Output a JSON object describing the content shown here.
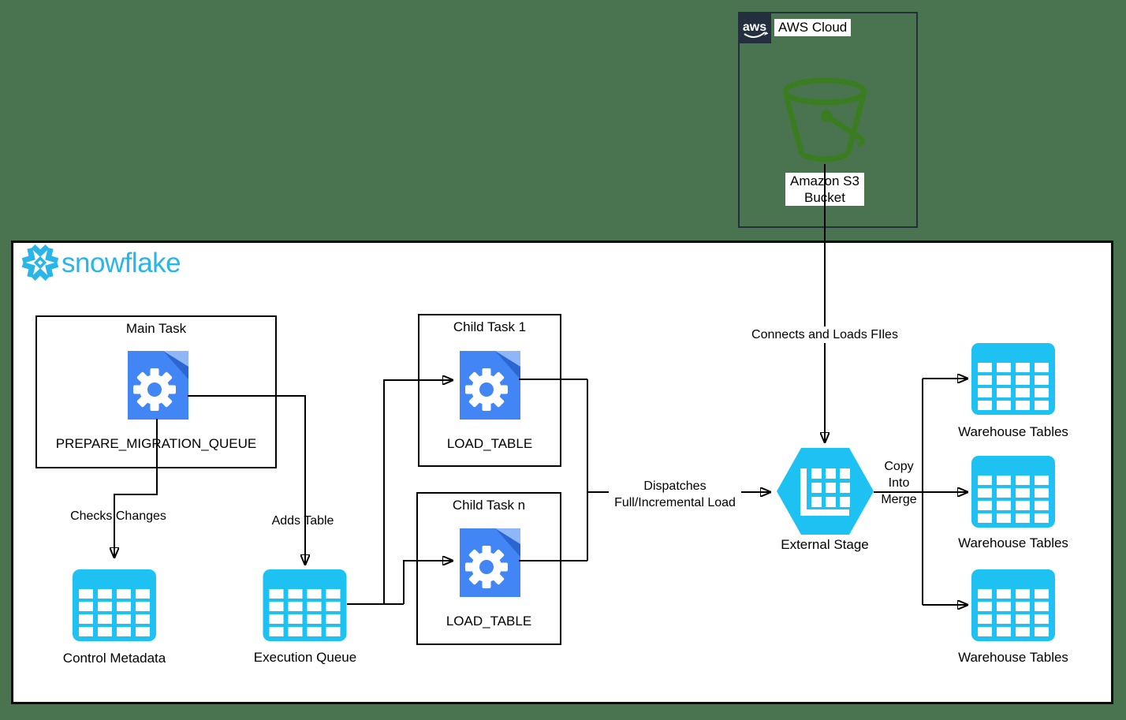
{
  "colors": {
    "background": "#4A7450",
    "cyan": "#1EC2F2",
    "snowflake-blue": "#29B5E8",
    "task-blue": "#4285F4",
    "task-blue-light": "#8FB7F8",
    "task-blue-dark": "#2B66D3",
    "aws-navy": "#232F3E",
    "s3-green": "#3A7D21",
    "line": "#000000"
  },
  "aws": {
    "logo_text": "aws",
    "title": "AWS Cloud",
    "s3_label_line1": "Amazon S3",
    "s3_label_line2": "Bucket"
  },
  "snowflake": {
    "brand": "snowflake"
  },
  "nodes": {
    "main_task": {
      "title": "Main Task",
      "label": "PREPARE_MIGRATION_QUEUE"
    },
    "child_task_1": {
      "title": "Child Task 1",
      "label": "LOAD_TABLE"
    },
    "child_task_n": {
      "title": "Child Task n",
      "label": "LOAD_TABLE"
    },
    "control_metadata": {
      "label": "Control Metadata"
    },
    "execution_queue": {
      "label": "Execution Queue"
    },
    "external_stage": {
      "label": "External Stage"
    },
    "warehouse_tables": [
      {
        "label": "Warehouse Tables"
      },
      {
        "label": "Warehouse Tables"
      },
      {
        "label": "Warehouse Tables"
      }
    ]
  },
  "edges": {
    "checks_changes": "Checks Changes",
    "adds_table": "Adds Table",
    "dispatches_line1": "Dispatches",
    "dispatches_line2": "Full/Incremental Load",
    "connects_loads": "Connects and Loads FIles",
    "copy_line1": "Copy",
    "copy_line2": "Into",
    "copy_line3": "Merge"
  }
}
